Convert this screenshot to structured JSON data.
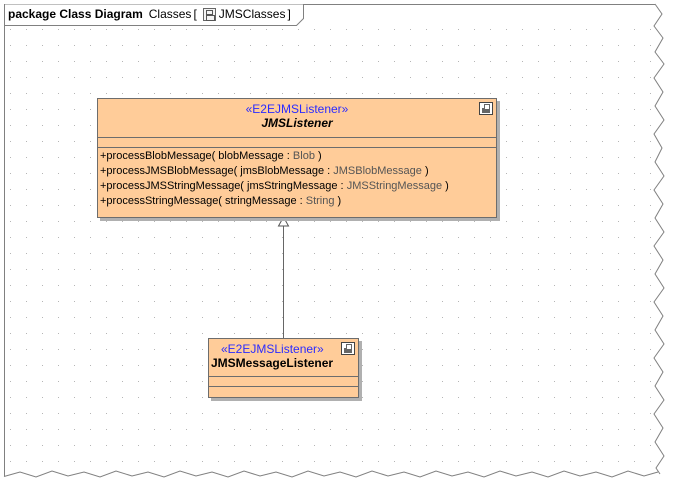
{
  "frame": {
    "keyword": "package Class Diagram",
    "name": "Classes",
    "open_bracket": "[",
    "diagram_name": "JMSClasses",
    "close_bracket": "]",
    "icon": "package-diagram-icon"
  },
  "colors": {
    "class_fill": "#ffcc99",
    "stereotype": "#2b2bff",
    "grid_dot": "#b5b5b5"
  },
  "classes": [
    {
      "stereotype": "«E2EJMSListener»",
      "name": "JMSListener",
      "abstract": true,
      "operations": [
        {
          "text": "+processBlobMessage( blobMessage : ",
          "type": "Blob",
          "end": " )"
        },
        {
          "text": "+processJMSBlobMessage( jmsBlobMessage : ",
          "type": "JMSBlobMessage",
          "end": " )"
        },
        {
          "text": "+processJMSStringMessage( jmsStringMessage : ",
          "type": "JMSStringMessage",
          "end": " )"
        },
        {
          "text": "+processStringMessage( stringMessage : ",
          "type": "String",
          "end": " )"
        }
      ]
    },
    {
      "stereotype": "«E2EJMSListener»",
      "name": "JMSMessageListener",
      "abstract": false,
      "operations": []
    }
  ],
  "relations": [
    {
      "type": "generalization",
      "from": "JMSMessageListener",
      "to": "JMSListener"
    }
  ]
}
